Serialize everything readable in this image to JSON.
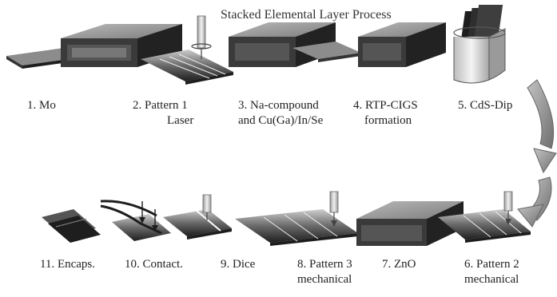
{
  "title": "Stacked Elemental Layer Process",
  "steps": [
    {
      "l1": "1. Mo",
      "l2": ""
    },
    {
      "l1": "2. Pattern 1",
      "l2": "Laser"
    },
    {
      "l1": "3. Na-compound",
      "l2": "and Cu(Ga)/In/Se"
    },
    {
      "l1": "4. RTP-CIGS",
      "l2": "formation"
    },
    {
      "l1": "5. CdS-Dip",
      "l2": ""
    },
    {
      "l1": "6. Pattern 2",
      "l2": "mechanical"
    },
    {
      "l1": "7.  ZnO",
      "l2": ""
    },
    {
      "l1": "8. Pattern 3",
      "l2": "mechanical"
    },
    {
      "l1": "9. Dice",
      "l2": ""
    },
    {
      "l1": "10. Contact.",
      "l2": ""
    },
    {
      "l1": "11. Encaps.",
      "l2": ""
    }
  ],
  "colors": {
    "box_top": "#9e9e9e",
    "box_front": "#3a3a3a",
    "box_side": "#222222",
    "strip_dark": "#1e1e1e",
    "strip_mid": "#6a6a6a",
    "curve_arrow": "#8a8a8a",
    "tool": "#d8d8d8"
  }
}
